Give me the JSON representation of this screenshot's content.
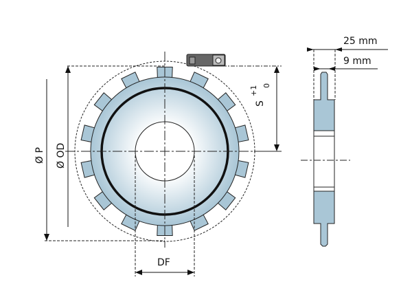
{
  "labels": {
    "width_total": "25 mm",
    "width_web": "9 mm",
    "diameter_p": "Ø P",
    "diameter_od": "Ø OD",
    "bore": "DF",
    "sensor_gap_base": "S",
    "sensor_gap_plus": "+1",
    "sensor_gap_minus": "0"
  },
  "wheel": {
    "tooth_count": 14
  },
  "colors": {
    "disc": "#b8d3e0",
    "line": "#111111",
    "ring": "#111111"
  }
}
